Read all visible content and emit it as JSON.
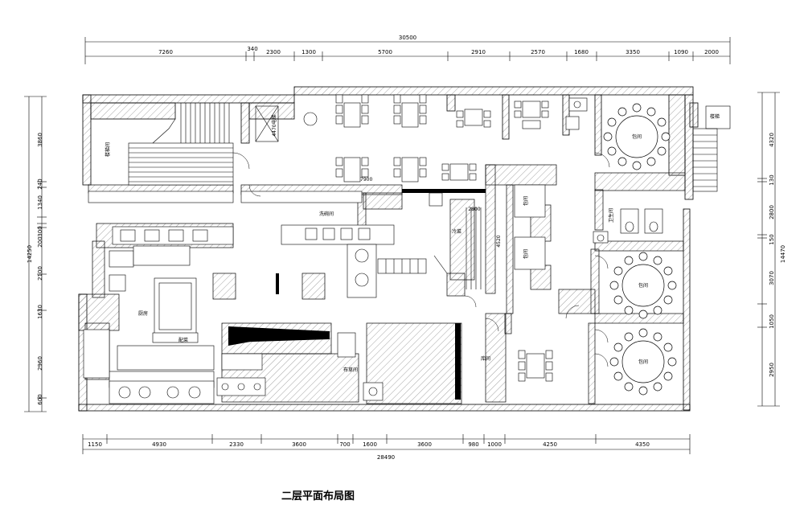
{
  "caption": "二层平面布局图",
  "dims": {
    "top_total": "30500",
    "top": [
      "7260",
      "340",
      "2300",
      "1300",
      "5700",
      "2910",
      "2570",
      "1680",
      "3350",
      "1090",
      "2000"
    ],
    "bottom_total": "28490",
    "bottom": [
      "1150",
      "4930",
      "2330",
      "3600",
      "700",
      "1600",
      "3600",
      "980",
      "1000",
      "4250",
      "4350"
    ],
    "left_total": "14250",
    "left": [
      "3860",
      "240",
      "1340",
      "300",
      "200",
      "2100",
      "1630",
      "2960",
      "600"
    ],
    "right_total": "14470",
    "right": [
      "4320",
      "130",
      "2800",
      "150",
      "3070",
      "1050",
      "2950"
    ]
  },
  "rooms": {
    "stair_room": "楼梯间",
    "elevator": "4470电梯",
    "dish_room": "洗碗间",
    "cold_dish": "冷菜",
    "kitchen": "厨房",
    "prep": "配菜",
    "linen": "布草间",
    "private1": "包间",
    "private2": "包间",
    "private3": "包间",
    "private4": "包间",
    "private5": "包间",
    "wc": "卫生间",
    "storage": "库间",
    "stairs_up": "楼梯",
    "span_7900": "7900",
    "span_2800": "2800",
    "span_4520": "4520"
  }
}
